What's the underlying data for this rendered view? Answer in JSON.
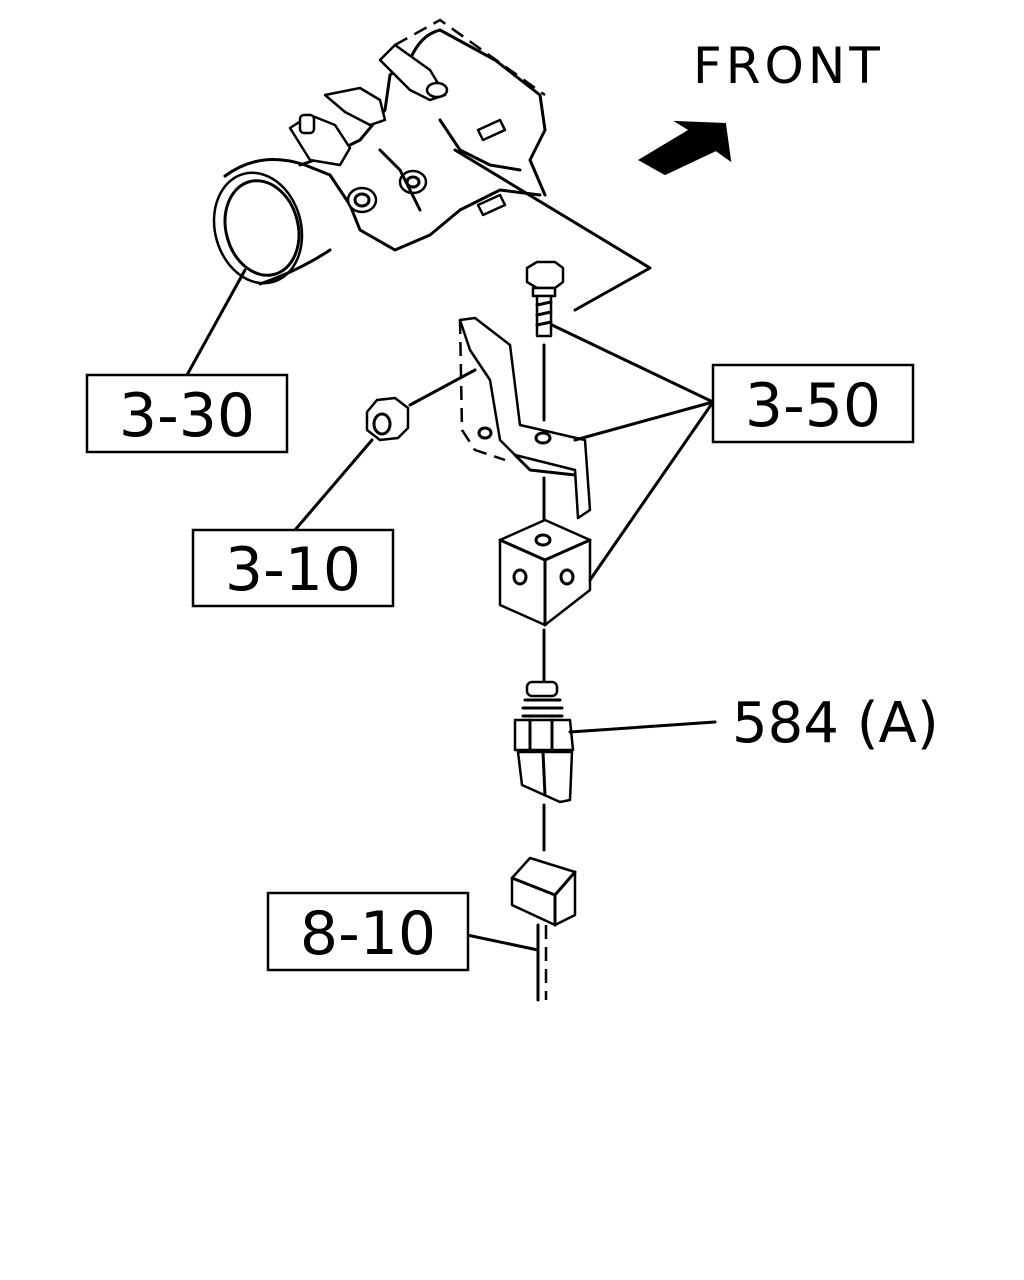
{
  "diagram": {
    "front_label": "FRONT",
    "callouts": {
      "throttle_body": "3-30",
      "nut": "3-10",
      "bracket_set": "3-50",
      "sensor": "584 (A)",
      "harness": "8-10"
    },
    "colors": {
      "ink": "#000000",
      "paper": "#ffffff"
    }
  }
}
